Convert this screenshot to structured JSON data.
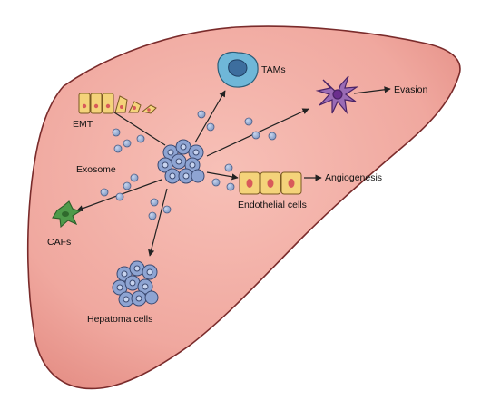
{
  "labels": {
    "tams": "TAMs",
    "evasion": "Evasion",
    "emt": "EMT",
    "exosome": "Exosome",
    "angiogenesis": "Angiogenesis",
    "endothelial": "Endothelial cells",
    "cafs": "CAFs",
    "hepatoma": "Hepatoma cells"
  },
  "colors": {
    "liver_fill": "#f2aaa2",
    "liver_edge": "#7a2b2b",
    "exosome": "#8fa7cf",
    "tumor_cell": "#8ea4d2",
    "tam": "#6fb7d8",
    "dendritic": "#9a6bb5",
    "caf": "#4e9a4a",
    "epithelial": "#f4d37a",
    "endothelial": "#f4d37a",
    "nucleus_red": "#d85a5a"
  }
}
